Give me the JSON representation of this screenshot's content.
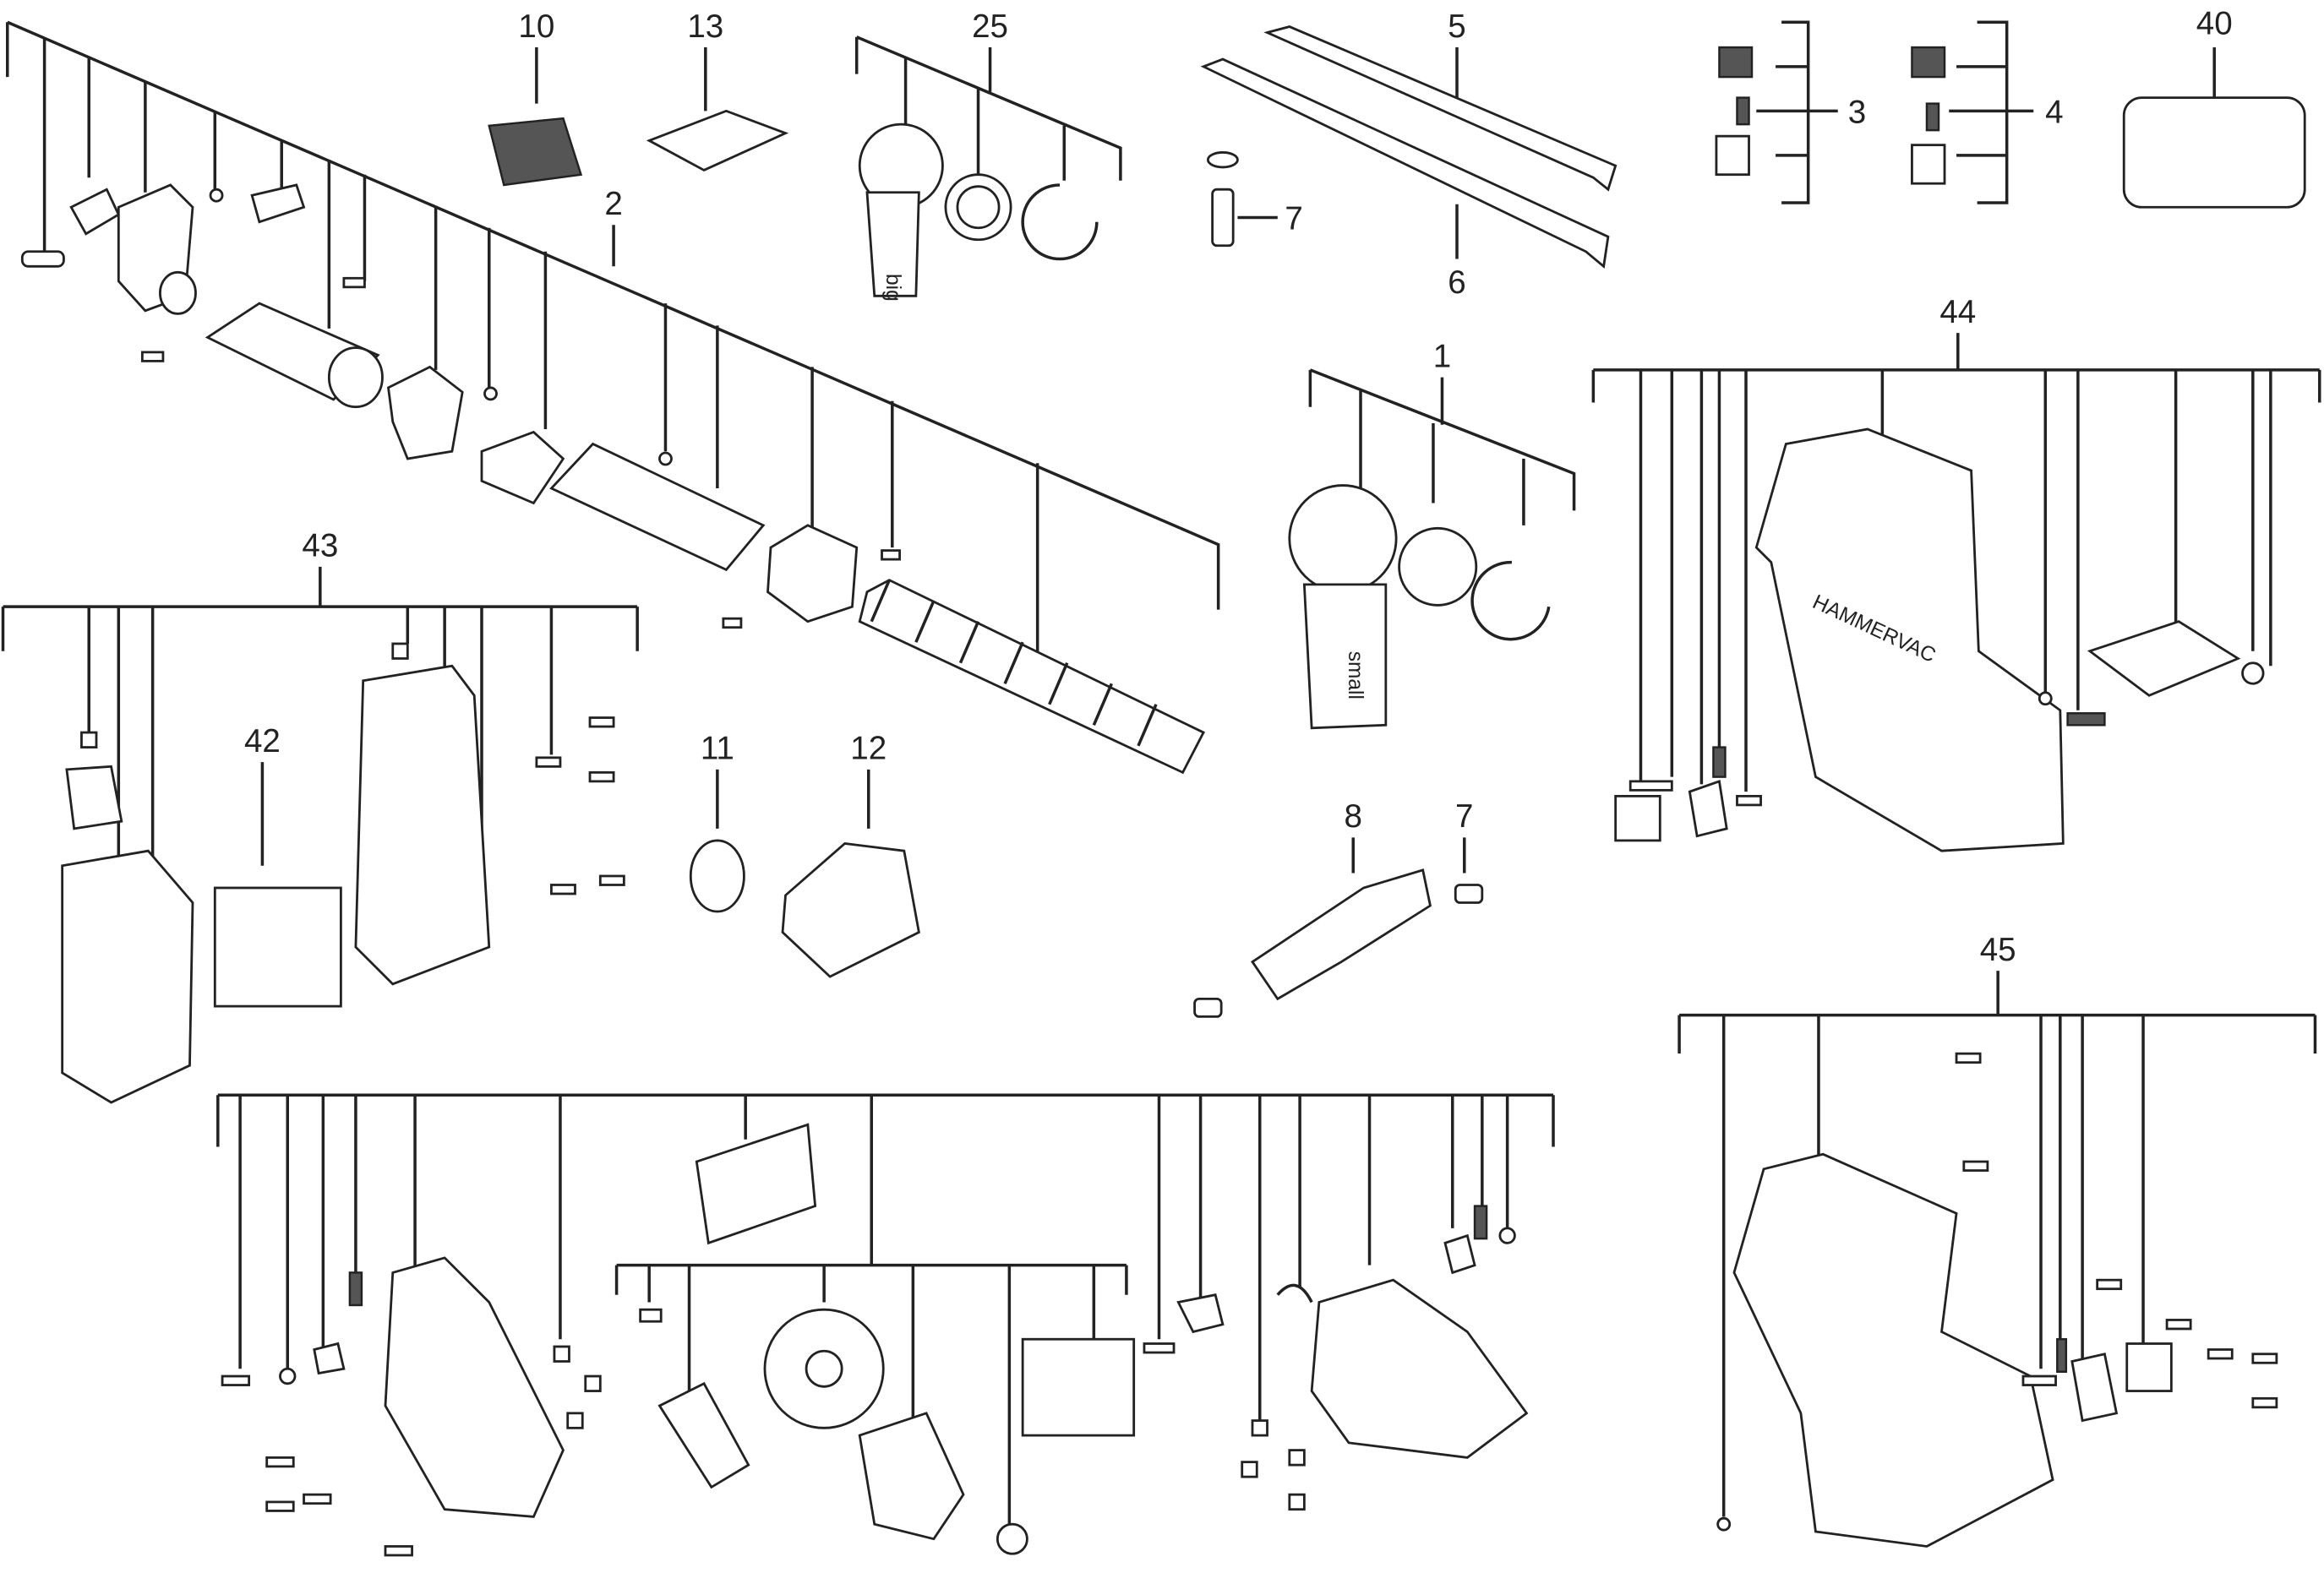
{
  "callouts": {
    "c10": "10",
    "c13": "13",
    "c25": "25",
    "c5": "5",
    "c40": "40",
    "c3": "3",
    "c4": "4",
    "c2": "2",
    "c7a": "7",
    "c6": "6",
    "c1": "1",
    "c44": "44",
    "c43": "43",
    "c42": "42",
    "c11": "11",
    "c12": "12",
    "c8": "8",
    "c7b": "7",
    "c45": "45"
  },
  "part_markings": {
    "big": "big",
    "small": "small",
    "brand": "HAMMERVAC"
  }
}
